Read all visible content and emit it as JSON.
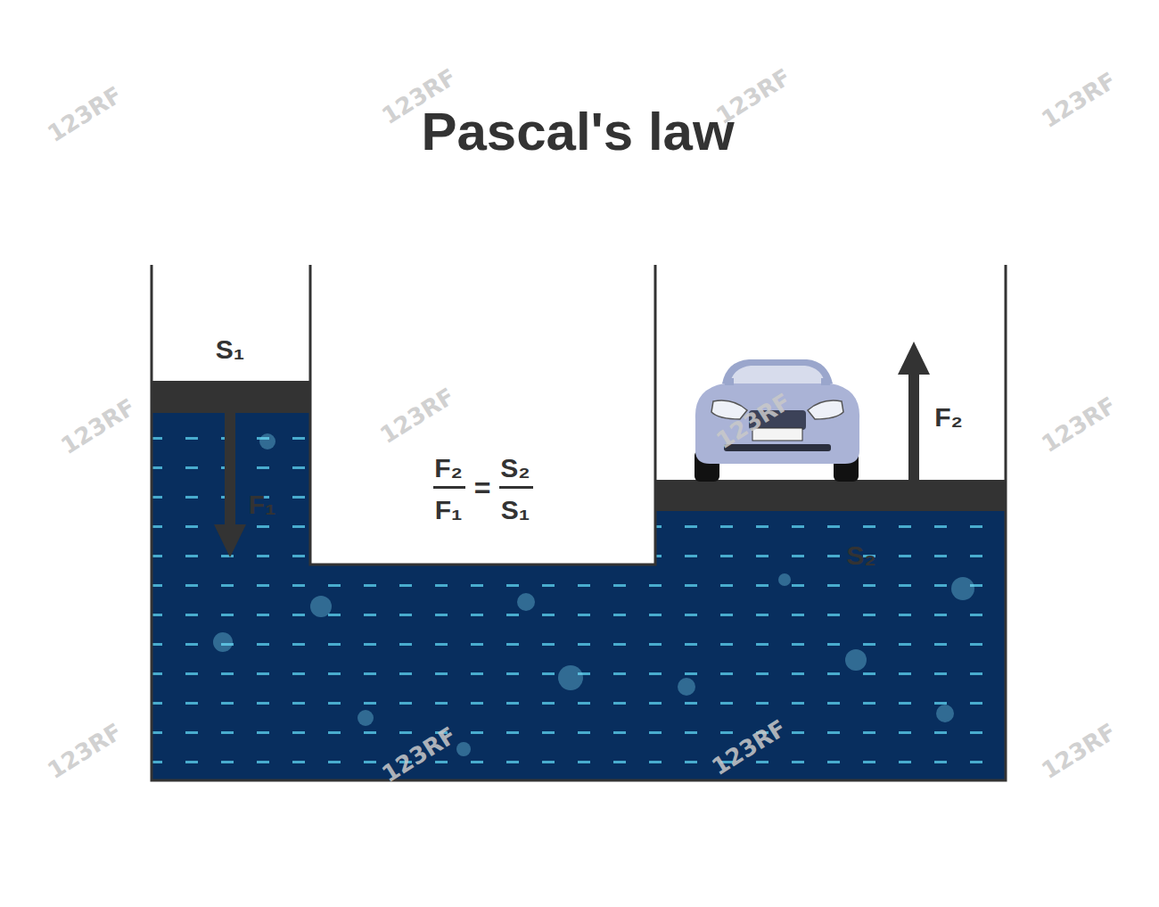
{
  "diagram": {
    "title": "Pascal's law",
    "labels": [
      "S₁",
      "F₁",
      "F₂",
      "F₁",
      "=",
      "S₂",
      "S₁",
      "F₂",
      "S₂",
      "123RF",
      "123RF",
      "123RF",
      "123RF",
      "123RF",
      "123RF",
      "123RF",
      "123RF",
      "123RF",
      "123RF",
      "123RF",
      "123RF"
    ]
  }
}
